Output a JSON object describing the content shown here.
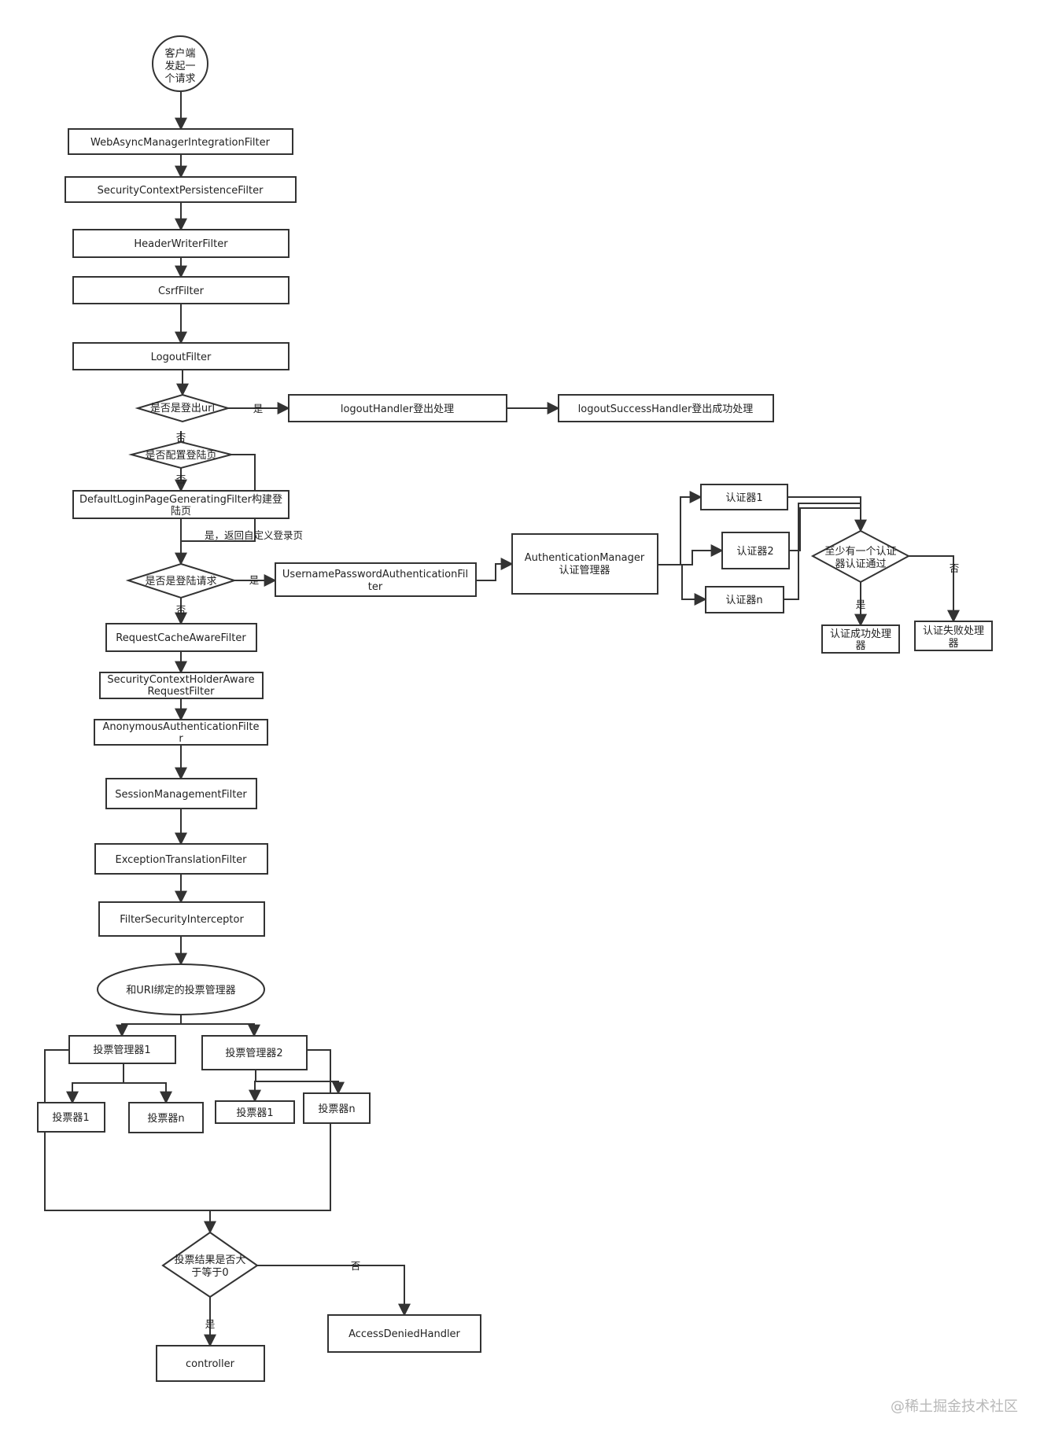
{
  "nodes": {
    "start": [
      "客户端",
      "发起一",
      "个请求"
    ],
    "webAsync": "WebAsyncManagerIntegrationFilter",
    "secCtxPersist": "SecurityContextPersistenceFilter",
    "headerWriter": "HeaderWriterFilter",
    "csrf": "CsrfFilter",
    "logout": "LogoutFilter",
    "isLogoutUrl": "是否是登出url",
    "logoutHandler": "logoutHandler登出处理",
    "logoutSuccess": "logoutSuccessHandler登出成功处理",
    "configLoginPage": "是否配置登陆页",
    "defaultLoginPage": [
      "DefaultLoginPageGeneratingFilter构建登",
      "陆页"
    ],
    "isLoginRequest": "是否是登陆请求",
    "upFilter": [
      "UsernamePasswordAuthenticationFil",
      "ter"
    ],
    "authManager": [
      "AuthenticationManager",
      "认证管理器"
    ],
    "auth1": "认证器1",
    "auth2": "认证器2",
    "authN": "认证器n",
    "atLeastOne": [
      "至少有一个认证",
      "器认证通过"
    ],
    "successHandler": [
      "认证成功处理",
      "器"
    ],
    "failureHandler": [
      "认证失败处理",
      "器"
    ],
    "requestCache": "RequestCacheAwareFilter",
    "secCtxHolder": [
      "SecurityContextHolderAware",
      "RequestFilter"
    ],
    "anonymous": [
      "AnonymousAuthenticationFilte",
      "r"
    ],
    "sessionMgmt": "SessionManagementFilter",
    "exceptionTrans": "ExceptionTranslationFilter",
    "fsi": "FilterSecurityInterceptor",
    "voteManagers": "和URI绑定的投票管理器",
    "vm1": "投票管理器1",
    "vm2": "投票管理器2",
    "voter1a": "投票器1",
    "voterNa": "投票器n",
    "voter1b": "投票器1",
    "voterNb": "投票器n",
    "voteResult": [
      "投票结果是否大",
      "于等于0"
    ],
    "controller": "controller",
    "accessDenied": "AccessDeniedHandler"
  },
  "edge_labels": {
    "yes": "是",
    "no": "否",
    "yesReturnCustomLogin": "是，返回自定义登录页"
  },
  "watermark": "@稀土掘金技术社区"
}
